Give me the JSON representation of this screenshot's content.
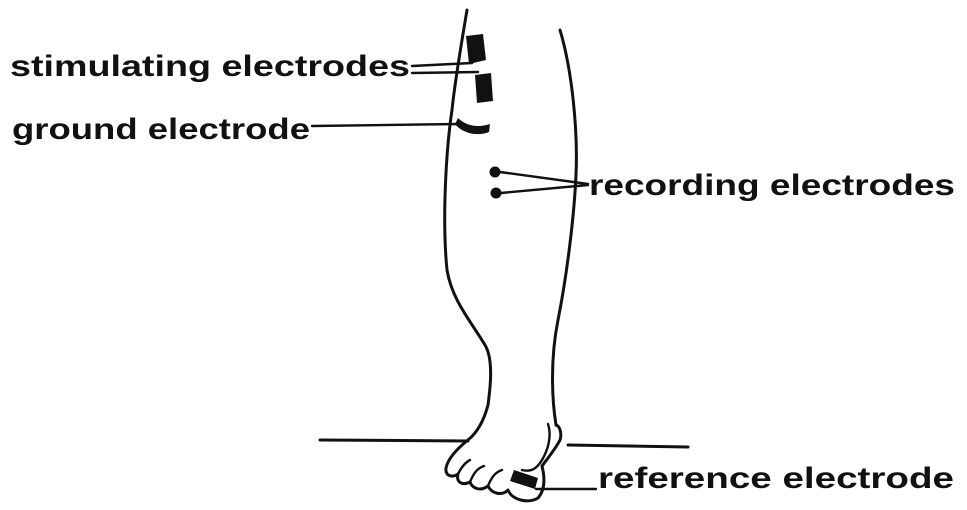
{
  "labels": {
    "stimulating": "stimulating electrodes",
    "ground": "ground electrode",
    "recording": "recording electrodes",
    "reference": "reference electrode"
  },
  "colors": {
    "ink": "#111111",
    "background": "#ffffff"
  }
}
